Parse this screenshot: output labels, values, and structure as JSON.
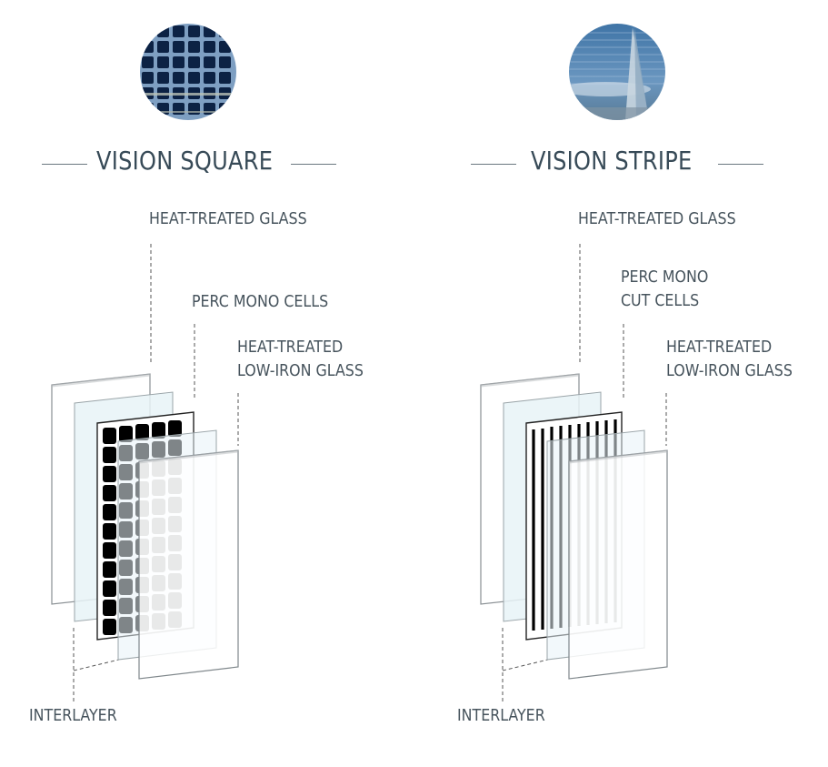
{
  "products": [
    {
      "id": "vision-square",
      "title": "VISION SQUARE",
      "thumbnail": "solar-grid-facade-photo",
      "cell_pattern": "square",
      "labels": {
        "top_glass": "HEAT-TREATED GLASS",
        "cells": "PERC MONO CELLS",
        "front_glass": "HEAT-TREATED\nLOW-IRON GLASS",
        "interlayer": "INTERLAYER"
      }
    },
    {
      "id": "vision-stripe",
      "title": "VISION STRIPE",
      "thumbnail": "striped-skyscraper-photo",
      "cell_pattern": "stripe",
      "labels": {
        "top_glass": "HEAT-TREATED GLASS",
        "cells": "PERC MONO\nCUT CELLS",
        "front_glass": "HEAT-TREATED\nLOW-IRON GLASS",
        "interlayer": "INTERLAYER"
      }
    }
  ],
  "colors": {
    "text": "#46535c",
    "title": "#374a57",
    "panel_edge": "#8a9094",
    "interlayer_fill": "#e8f3f7",
    "cell_black": "#000000",
    "square_thumb_bg": "#0c2244",
    "stripe_thumb_bg": "#4f7fae"
  }
}
